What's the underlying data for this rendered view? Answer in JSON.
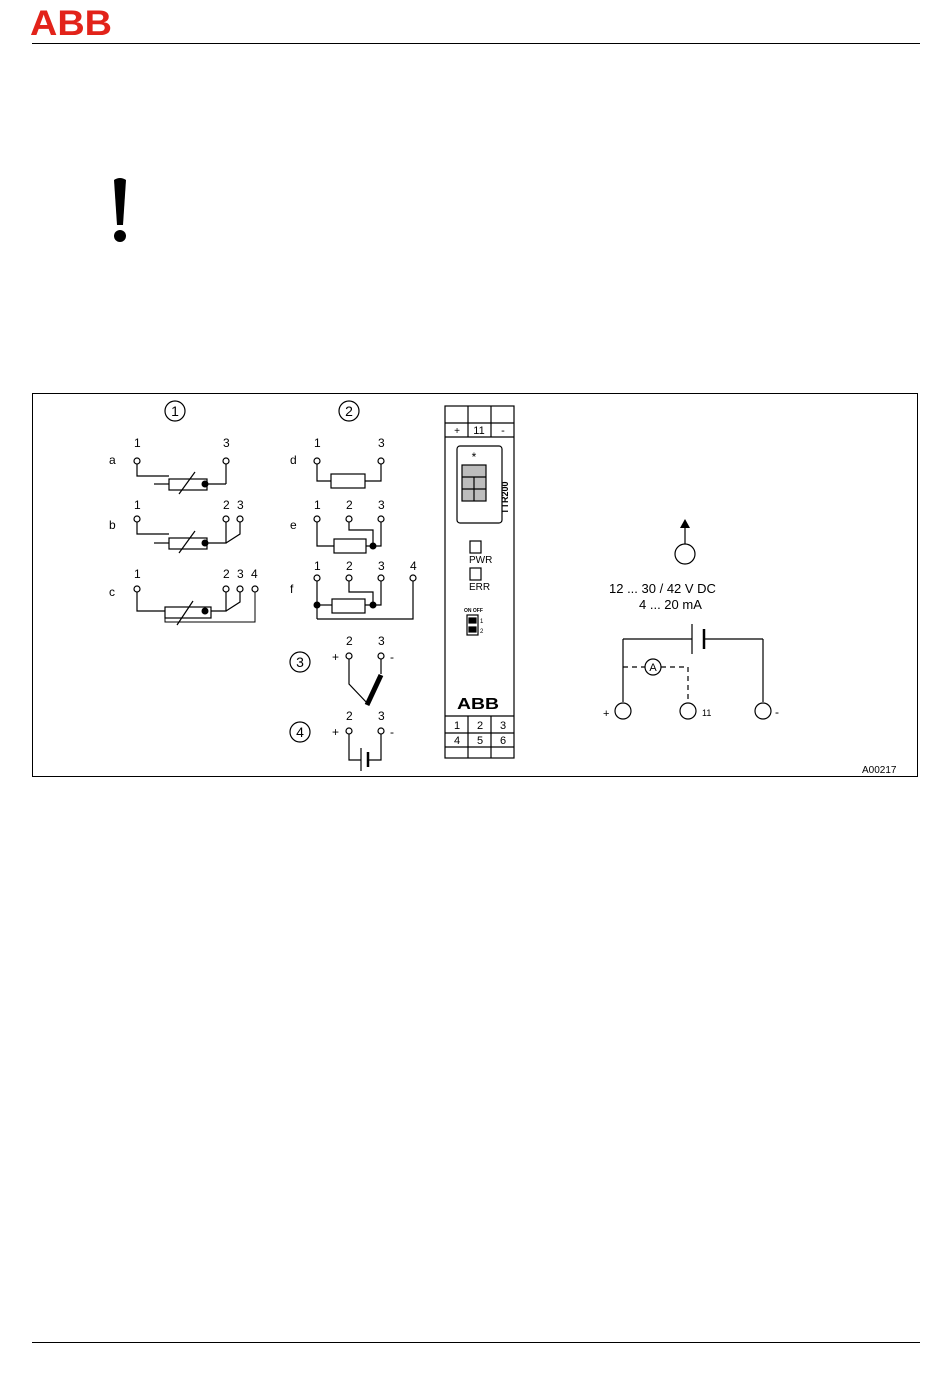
{
  "brand": {
    "logo_text": "ABB",
    "color": "#E2231A"
  },
  "figure": {
    "markers": [
      "1",
      "2",
      "3",
      "4"
    ],
    "groups": {
      "g1": {
        "rows": [
          {
            "letter": "a",
            "t1": "1",
            "t2": "3"
          },
          {
            "letter": "b",
            "t1": "1",
            "t2": "2",
            "t3": "3"
          },
          {
            "letter": "c",
            "t1": "1",
            "t2": "2",
            "t3": "3",
            "t4": "4"
          }
        ]
      },
      "g2": {
        "rows": [
          {
            "letter": "d",
            "t1": "1",
            "t2": "3"
          },
          {
            "letter": "e",
            "t1": "1",
            "t2": "2",
            "t3": "3"
          },
          {
            "letter": "f",
            "t1": "1",
            "t2": "2",
            "t3": "3",
            "t4": "4"
          }
        ]
      },
      "g3": {
        "t1": "2",
        "t2": "3",
        "plus": "+",
        "minus": "-"
      },
      "g4": {
        "t1": "2",
        "t2": "3",
        "plus": "+",
        "minus": "-"
      }
    },
    "device": {
      "top_terminals": [
        "+",
        "11",
        "-"
      ],
      "model": "TTR200",
      "star": "*",
      "pwr": "PWR",
      "err": "ERR",
      "dip_label": "ON OFF",
      "dip_nums": [
        "1",
        "2"
      ],
      "logo": "ABB",
      "bottom_terminals": [
        [
          "1",
          "2",
          "3"
        ],
        [
          "4",
          "5",
          "6"
        ]
      ]
    },
    "supply": {
      "voltage": "12 ... 30 / 42 V DC",
      "current": "4 ... 20 mA",
      "ammeter": "A",
      "term_plus": "+",
      "term_11": "11",
      "term_minus": "-"
    },
    "code": "A00217"
  }
}
